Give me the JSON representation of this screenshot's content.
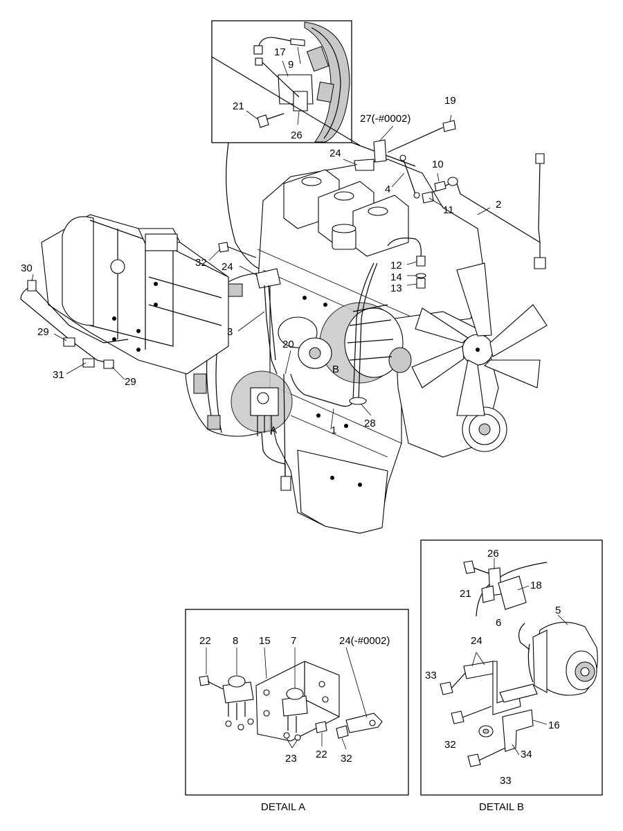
{
  "callouts": {
    "c1": "1",
    "c2": "2",
    "c3": "3",
    "c4": "4",
    "c5": "5",
    "c6": "6",
    "c7": "7",
    "c8": "8",
    "c9": "9",
    "c10": "10",
    "c11": "11",
    "c12": "12",
    "c13": "13",
    "c14": "14",
    "c15": "15",
    "c16": "16",
    "c17": "17",
    "c18": "18",
    "c19": "19",
    "c20": "20",
    "c21": "21",
    "c22": "22",
    "c23": "23",
    "c24": "24",
    "c26": "26",
    "c27": "27(-#0002)",
    "c28": "28",
    "c29": "29",
    "c30": "30",
    "c31": "31",
    "c32": "32",
    "c33": "33",
    "c34": "34",
    "c24b": "24(-#0002)",
    "markA": "A",
    "markB": "B"
  },
  "captions": {
    "detail_a": "DETAIL A",
    "detail_b": "DETAIL B"
  }
}
